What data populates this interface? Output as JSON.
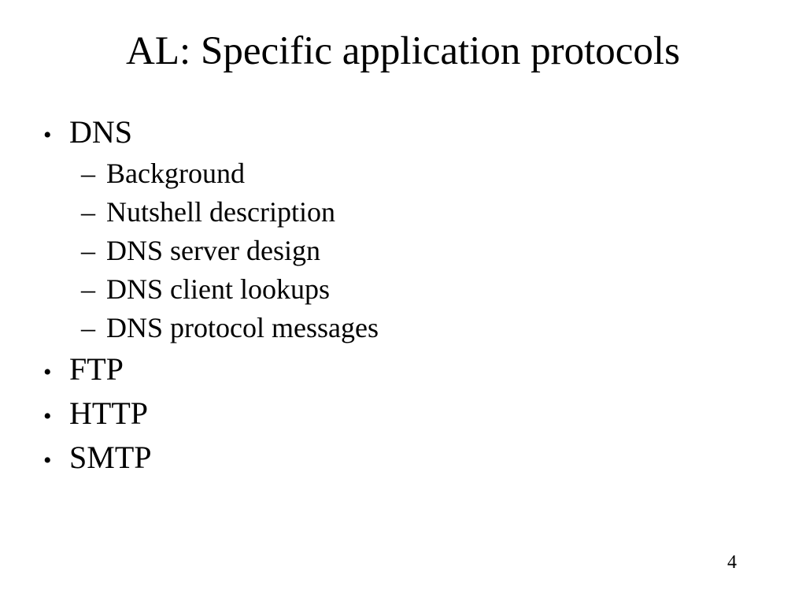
{
  "slide": {
    "title": "AL: Specific application protocols",
    "page_number": "4",
    "glyphs": {
      "bullet": "•",
      "dash": "–"
    },
    "bullets": [
      {
        "label": "DNS",
        "sub_items": [
          "Background",
          "Nutshell description",
          "DNS server design",
          "DNS client lookups",
          "DNS protocol messages"
        ]
      },
      {
        "label": "FTP",
        "sub_items": []
      },
      {
        "label": "HTTP",
        "sub_items": []
      },
      {
        "label": "SMTP",
        "sub_items": []
      }
    ]
  }
}
